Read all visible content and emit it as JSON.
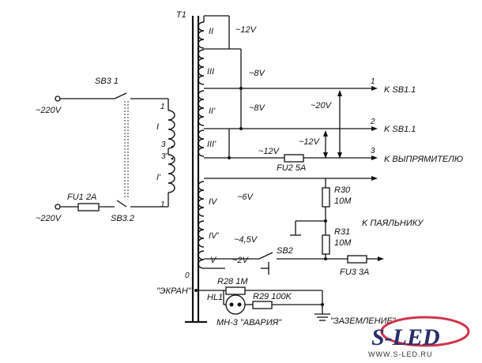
{
  "transformer": {
    "label": "T1"
  },
  "primary": {
    "switch_top": "SB3 1",
    "switch_bottom": "SB3.2",
    "input_top": "~220V",
    "input_bottom": "~220V",
    "fuse": "FU1 2A",
    "winding_top": "I",
    "winding_bottom": "I'",
    "pin_top": "1",
    "pin_3": "3",
    "pin_3p": "3'",
    "pin_bottom": "1"
  },
  "secondaries": {
    "w_II": "II",
    "w_III": "III",
    "w_IIp": "II'",
    "w_IIIp": "III'",
    "w_IV": "IV",
    "w_IVp": "IV'",
    "w_V": "V",
    "v_12a": "~12V",
    "v_8a": "~8V",
    "v_8b": "~8V",
    "v_20": "~20V",
    "v_12b": "~12V",
    "v_12c": "~12V",
    "v_6": "~6V",
    "v_45": "~4,5V",
    "v_2": "~2V"
  },
  "outputs": {
    "out1_num": "1",
    "out1_label": "K SB1.1",
    "out2_num": "2",
    "out2_label": "K SB1.1",
    "out3_num": "3",
    "out3_label": "K ВЫПРЯМИТЕЛЮ",
    "fuse2": "FU2  5A",
    "solder_label": "K ПАЯЛЬНИКУ",
    "r30": "R30",
    "r30_val": "10M",
    "r31": "R31",
    "r31_val": "10M",
    "fuse3": "FU3 3A",
    "sb2": "SB2"
  },
  "indicator": {
    "zero": "0",
    "screen": "\"ЭКРАН\"",
    "r28": "R28 1M",
    "hl1": "HL1",
    "r29": "R29 100K",
    "lamp": "МН-3 \"АВАРИЯ\"",
    "ground": "\"ЗАЗЕМЛЕНИЕ\""
  },
  "brand": {
    "name": "S-LED",
    "url": "WWW.S-LED.RU",
    "colors": {
      "dark": "#2a2f68",
      "accent": "#c8102e"
    }
  }
}
